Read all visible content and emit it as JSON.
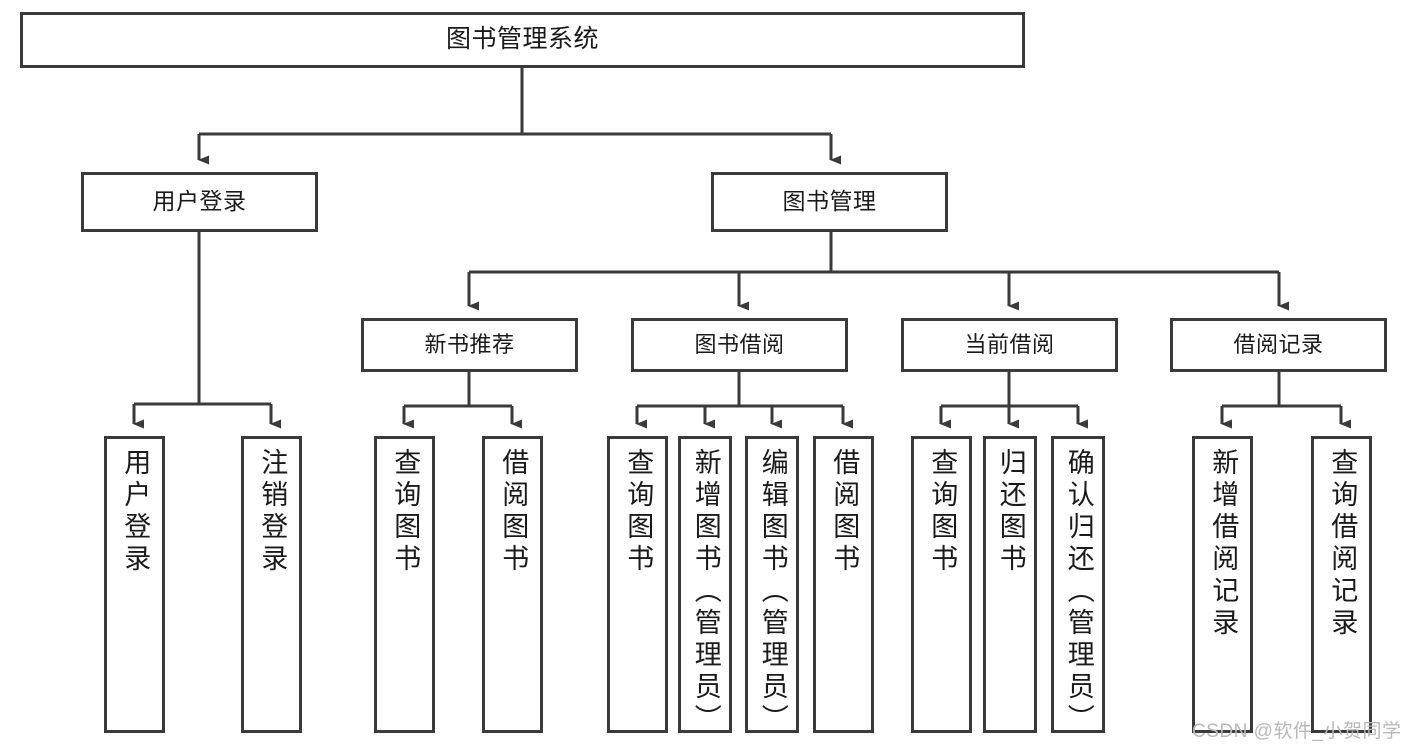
{
  "diagram": {
    "title": "图书管理系统",
    "type": "tree-hierarchy-chart",
    "root": {
      "label": "图书管理系统"
    },
    "level1": [
      {
        "label": "用户登录"
      },
      {
        "label": "图书管理"
      }
    ],
    "level2": [
      {
        "label": "新书推荐"
      },
      {
        "label": "图书借阅"
      },
      {
        "label": "当前借阅"
      },
      {
        "label": "借阅记录"
      }
    ],
    "leaves": {
      "user_login": [
        {
          "label": "用户登录"
        },
        {
          "label": "注销登录"
        }
      ],
      "new_book_recommend": [
        {
          "label": "查询图书"
        },
        {
          "label": "借阅图书"
        }
      ],
      "book_borrow": [
        {
          "label": "查询图书"
        },
        {
          "label": "新增图书（管理员）"
        },
        {
          "label": "编辑图书（管理员）"
        },
        {
          "label": "借阅图书"
        }
      ],
      "current_borrow": [
        {
          "label": "查询图书"
        },
        {
          "label": "归还图书"
        },
        {
          "label": "确认归还（管理员）"
        }
      ],
      "borrow_record": [
        {
          "label": "新增借阅记录"
        },
        {
          "label": "查询借阅记录"
        }
      ]
    }
  },
  "watermark": {
    "text": "CSDN @软件_小贺同学"
  },
  "colors": {
    "stroke": "#3a3a3a",
    "text": "#1a1a1a",
    "background": "#ffffff",
    "watermark": "#b8b8b8"
  }
}
